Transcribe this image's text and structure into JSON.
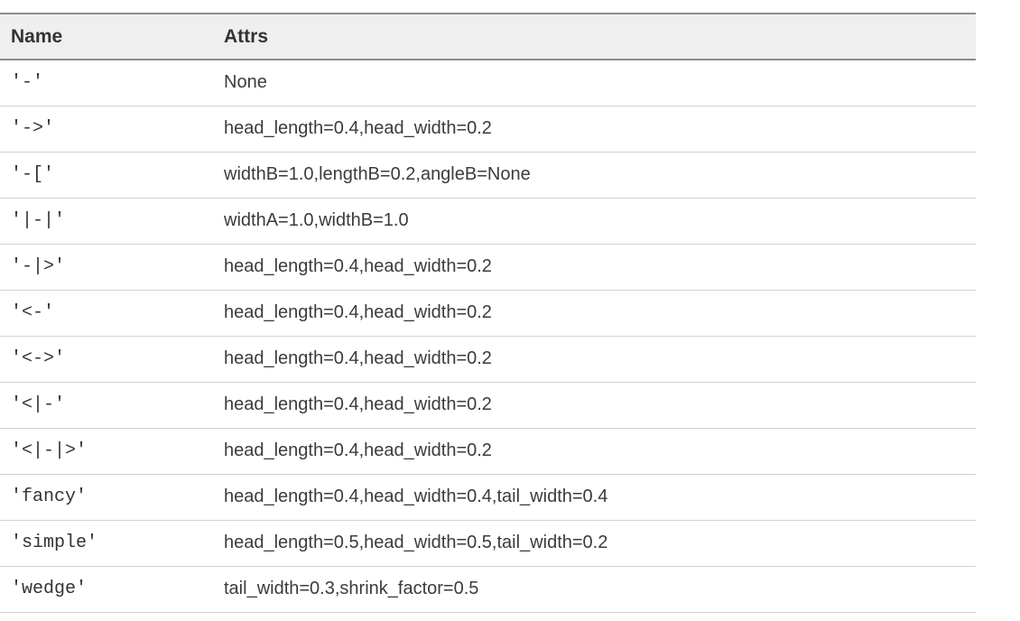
{
  "table": {
    "columns": [
      "Name",
      "Attrs"
    ],
    "rows": [
      {
        "name": "'-'",
        "attrs": "None"
      },
      {
        "name": "'->'",
        "attrs": "head_length=0.4,head_width=0.2"
      },
      {
        "name": "'-['",
        "attrs": "widthB=1.0,lengthB=0.2,angleB=None"
      },
      {
        "name": "'|-|'",
        "attrs": "widthA=1.0,widthB=1.0"
      },
      {
        "name": "'-|>'",
        "attrs": "head_length=0.4,head_width=0.2"
      },
      {
        "name": "'<-'",
        "attrs": "head_length=0.4,head_width=0.2"
      },
      {
        "name": "'<->'",
        "attrs": "head_length=0.4,head_width=0.2"
      },
      {
        "name": "'<|-'",
        "attrs": "head_length=0.4,head_width=0.2"
      },
      {
        "name": "'<|-|>'",
        "attrs": "head_length=0.4,head_width=0.2"
      },
      {
        "name": "'fancy'",
        "attrs": "head_length=0.4,head_width=0.4,tail_width=0.4"
      },
      {
        "name": "'simple'",
        "attrs": "head_length=0.5,head_width=0.5,tail_width=0.2"
      },
      {
        "name": "'wedge'",
        "attrs": "tail_width=0.3,shrink_factor=0.5"
      }
    ],
    "colors": {
      "header_bg": "#efefef",
      "border_dark": "#8c8c8c",
      "border_light": "#d2d2d2",
      "text": "#3b3b3b",
      "page_bg": "#ffffff"
    }
  }
}
